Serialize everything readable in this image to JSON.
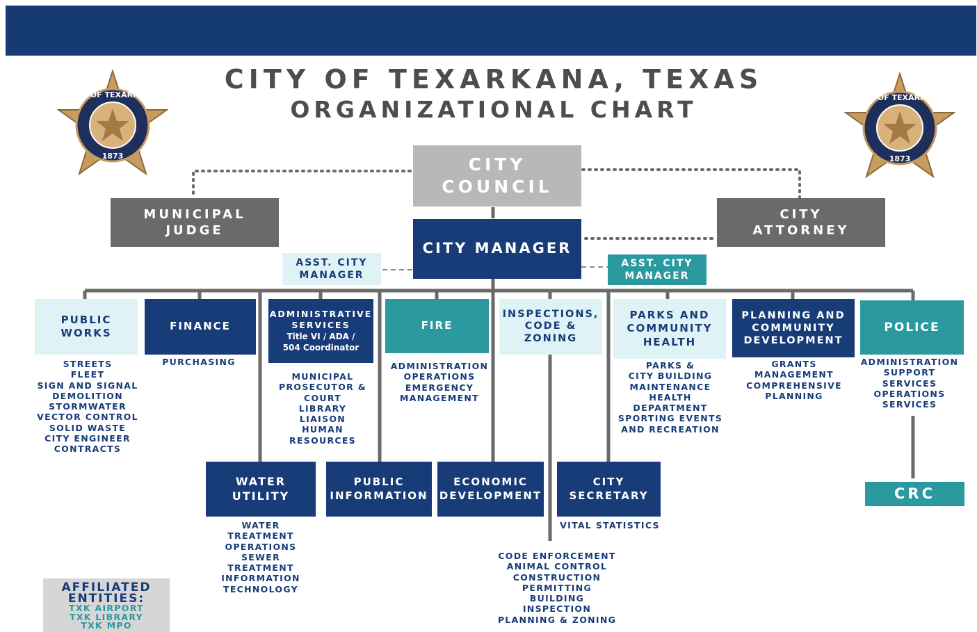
{
  "header": {
    "title": "CITY OF TEXARKANA, TEXAS",
    "subtitle": "ORGANIZATIONAL CHART"
  },
  "seal": {
    "ring_text": "CITY OF TEXARKANA",
    "year": "1873",
    "icon": "city-seal-star-icon"
  },
  "colors": {
    "navy": "#173c78",
    "teal": "#2a9aa0",
    "pale": "#dff3f6",
    "light_gray": "#b8b8b8",
    "dark_gray": "#6a6a6a"
  },
  "top": {
    "city_council": "CITY COUNCIL",
    "municipal_judge": "MUNICIPAL JUDGE",
    "city_attorney": "CITY ATTORNEY",
    "city_manager": "CITY MANAGER",
    "asst_left": "ASST. CITY MANAGER",
    "asst_right": "ASST. CITY MANAGER"
  },
  "departments": {
    "public_works": {
      "label": "PUBLIC WORKS",
      "items": [
        "STREETS",
        "FLEET",
        "SIGN AND SIGNAL",
        "DEMOLITION",
        "STORMWATER",
        "VECTOR CONTROL",
        "SOLID WASTE",
        "CITY ENGINEER",
        "CONTRACTS"
      ]
    },
    "finance": {
      "label": "FINANCE",
      "items": [
        "PURCHASING"
      ]
    },
    "admin_services": {
      "label": "ADMINISTRATIVE SERVICES",
      "sub1": "Title VI / ADA /",
      "sub2": "504 Coordinator",
      "items": [
        "MUNICIPAL",
        "PROSECUTOR &",
        "COURT",
        "LIBRARY",
        "LIAISON",
        "HUMAN",
        "RESOURCES"
      ]
    },
    "fire": {
      "label": "FIRE",
      "items": [
        "ADMINISTRATION",
        "OPERATIONS",
        "EMERGENCY",
        "MANAGEMENT"
      ]
    },
    "inspections": {
      "label": "INSPECTIONS, CODE & ZONING",
      "items": [
        "CODE ENFORCEMENT",
        "ANIMAL CONTROL",
        "CONSTRUCTION",
        "PERMITTING",
        "BUILDING",
        "INSPECTION",
        "PLANNING & ZONING"
      ]
    },
    "parks": {
      "label": "PARKS AND COMMUNITY HEALTH",
      "items": [
        "PARKS &",
        "CITY BUILDING",
        "MAINTENANCE",
        "HEALTH",
        "DEPARTMENT",
        "SPORTING EVENTS",
        "AND RECREATION"
      ]
    },
    "planning": {
      "label": "PLANNING AND COMMUNITY DEVELOPMENT",
      "items": [
        "GRANTS",
        "MANAGEMENT",
        "COMPREHENSIVE",
        "PLANNING"
      ]
    },
    "police": {
      "label": "POLICE",
      "items": [
        "ADMINISTRATION",
        "SUPPORT",
        "SERVICES",
        "OPERATIONS",
        "SERVICES"
      ]
    },
    "crc": {
      "label": "CRC"
    }
  },
  "lower": {
    "water_utility": {
      "label": "WATER UTILITY",
      "items": [
        "WATER",
        "TREATMENT",
        "OPERATIONS",
        "SEWER",
        "TREATMENT",
        "INFORMATION",
        "TECHNOLOGY"
      ]
    },
    "public_information": {
      "label": "PUBLIC INFORMATION"
    },
    "economic_development": {
      "label": "ECONOMIC DEVELOPMENT"
    },
    "city_secretary": {
      "label": "CITY SECRETARY",
      "items": [
        "VITAL STATISTICS"
      ]
    }
  },
  "affiliated": {
    "heading": "AFFILIATED ENTITIES:",
    "items": [
      "TXK AIRPORT",
      "TXK LIBRARY",
      "TXK MPO"
    ]
  }
}
